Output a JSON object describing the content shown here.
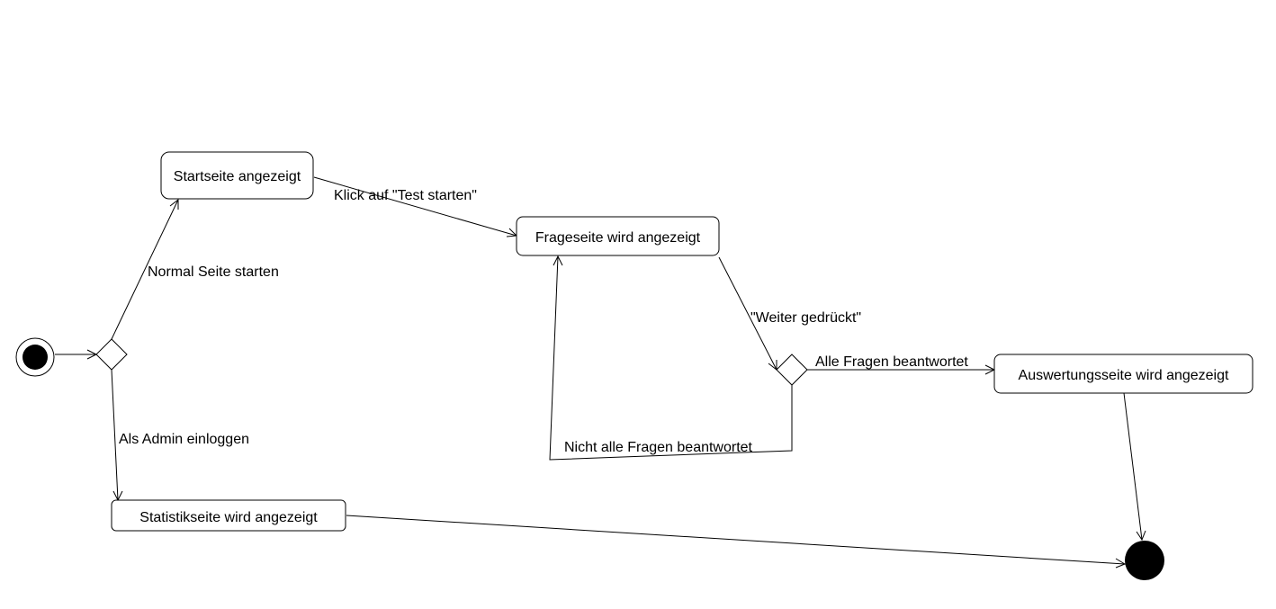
{
  "diagram": {
    "type": "uml-activity",
    "states": {
      "start_page": "Startseite angezeigt",
      "question_page": "Frageseite wird angezeigt",
      "evaluation_page": "Auswertungsseite wird angezeigt",
      "statistics_page": "Statistikseite wird angezeigt"
    },
    "transitions": {
      "normal_start": "Normal Seite starten",
      "admin_login": "Als Admin einloggen",
      "click_start_test": "Klick auf \"Test starten\"",
      "next_pressed": "\"Weiter gedrückt\"",
      "all_answered": "Alle Fragen beantwortet",
      "not_all_answered": "Nicht alle Fragen beantwortet"
    }
  }
}
